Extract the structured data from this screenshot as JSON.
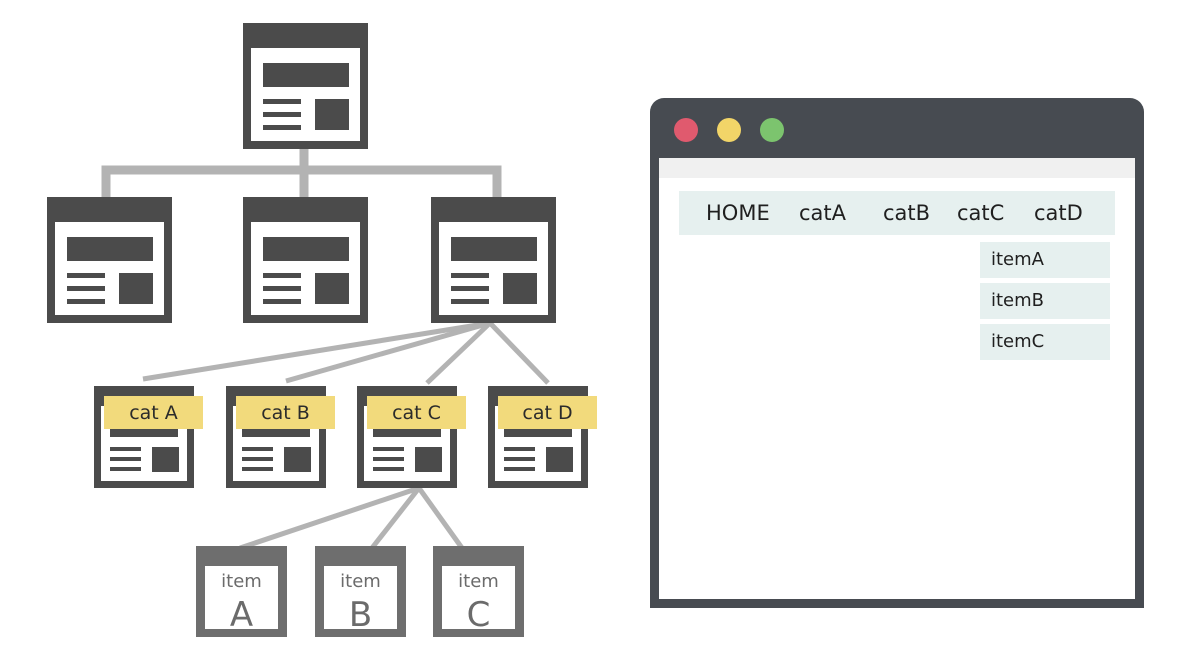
{
  "colors": {
    "page_frame": "#4b4b4b",
    "item_frame": "#6e6e6e",
    "connector": "#b3b3b3",
    "cat_tag": "#f2da7c",
    "browser_frame": "#474b51",
    "nav_bg": "#e6f0ef",
    "dot_red": "#e05a6e",
    "dot_yellow": "#f2d568",
    "dot_green": "#7cc46e"
  },
  "categories": [
    {
      "label": "cat A"
    },
    {
      "label": "cat B"
    },
    {
      "label": "cat C"
    },
    {
      "label": "cat D"
    }
  ],
  "items": [
    {
      "caption": "item",
      "letter": "A"
    },
    {
      "caption": "item",
      "letter": "B"
    },
    {
      "caption": "item",
      "letter": "C"
    }
  ],
  "browser": {
    "nav": {
      "home": "HOME",
      "items": [
        "catA",
        "catB",
        "catC",
        "catD"
      ]
    },
    "dropdown": [
      "itemA",
      "itemB",
      "itemC"
    ]
  }
}
